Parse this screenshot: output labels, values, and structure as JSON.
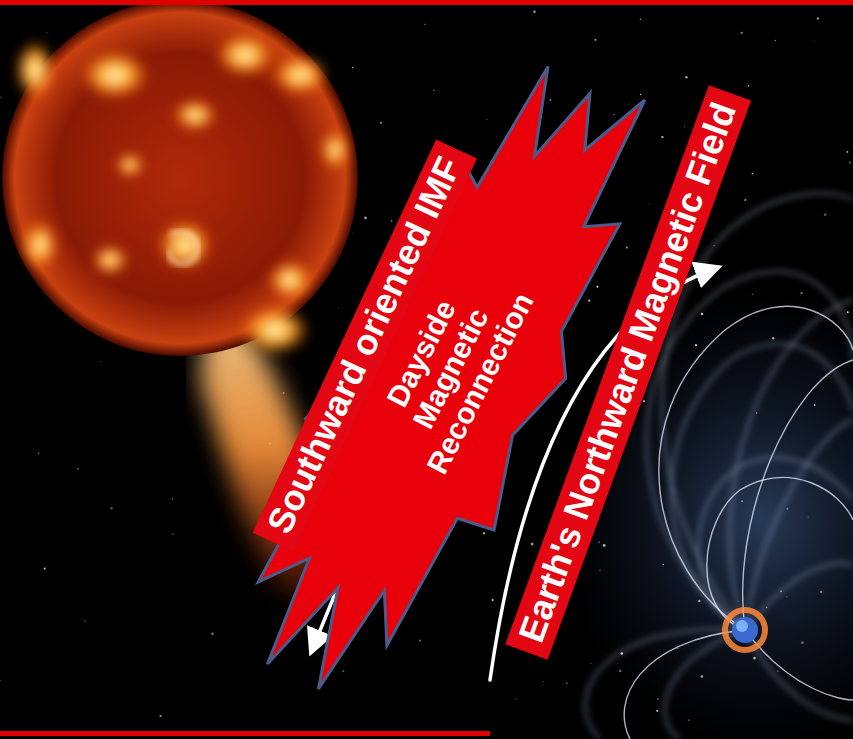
{
  "diagram": {
    "nodes": [
      {
        "text": [
          "Southward oriented IMF"
        ]
      },
      {
        "text": [
          "Dayside Magnetic Reconnection"
        ]
      },
      {
        "text": [
          "Earth's Northward Magnetic Field"
        ]
      }
    ]
  }
}
